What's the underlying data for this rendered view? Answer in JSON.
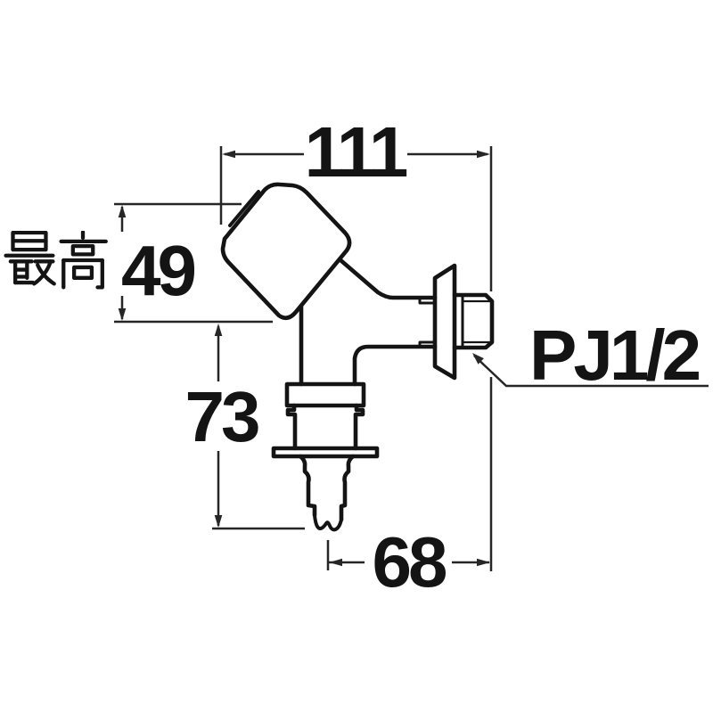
{
  "drawing": {
    "labels": {
      "top_width": "111",
      "handle_height_prefix": "最高",
      "handle_height_value": "49",
      "handle_height_full": "最高49",
      "body_height": "73",
      "bottom_width": "68",
      "thread_spec": "PJ1/2"
    },
    "colors": {
      "background": "#ffffff",
      "outline": "#141414",
      "dimension_lines": "#262626",
      "text": "#141414"
    }
  }
}
